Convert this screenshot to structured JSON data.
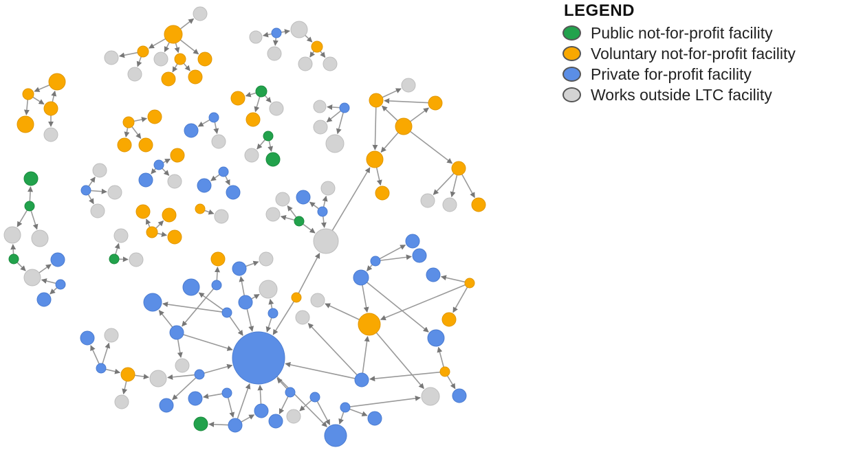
{
  "legend": {
    "title": "LEGEND",
    "items": [
      {
        "key": "public",
        "label": "Public not-for-profit facility",
        "color": "#22a24c"
      },
      {
        "key": "voluntary",
        "label": "Voluntary not-for-profit facility",
        "color": "#f9a800"
      },
      {
        "key": "private",
        "label": "Private for-profit facility",
        "color": "#5b8ee6"
      },
      {
        "key": "outside",
        "label": "Works outside LTC facility",
        "color": "#d3d3d3"
      }
    ]
  }
}
